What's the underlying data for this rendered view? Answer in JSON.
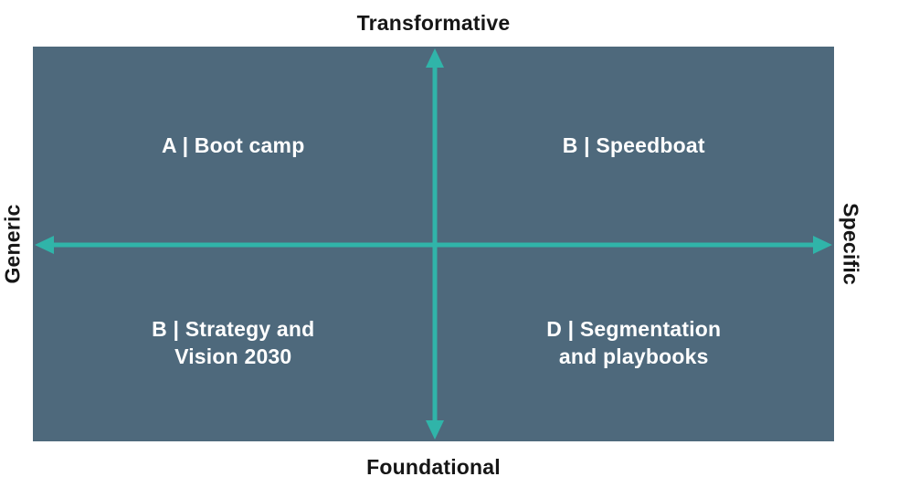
{
  "diagram": {
    "type": "2x2-quadrant-matrix",
    "axes": {
      "top": "Transformative",
      "bottom": "Foundational",
      "left": "Generic",
      "right": "Specific"
    },
    "quadrants": [
      {
        "position": "top-left",
        "label": "A | Boot camp"
      },
      {
        "position": "top-right",
        "label": "B | Speedboat"
      },
      {
        "position": "bottom-left",
        "label": "B | Strategy and\nVision 2030"
      },
      {
        "position": "bottom-right",
        "label": "D | Segmentation\nand playbooks"
      }
    ]
  },
  "colors": {
    "box_bg": "#4e697c",
    "arrow": "#30b4a9",
    "axis_text": "#161616",
    "quadrant_text": "#ffffff",
    "page_bg": "#ffffff"
  }
}
